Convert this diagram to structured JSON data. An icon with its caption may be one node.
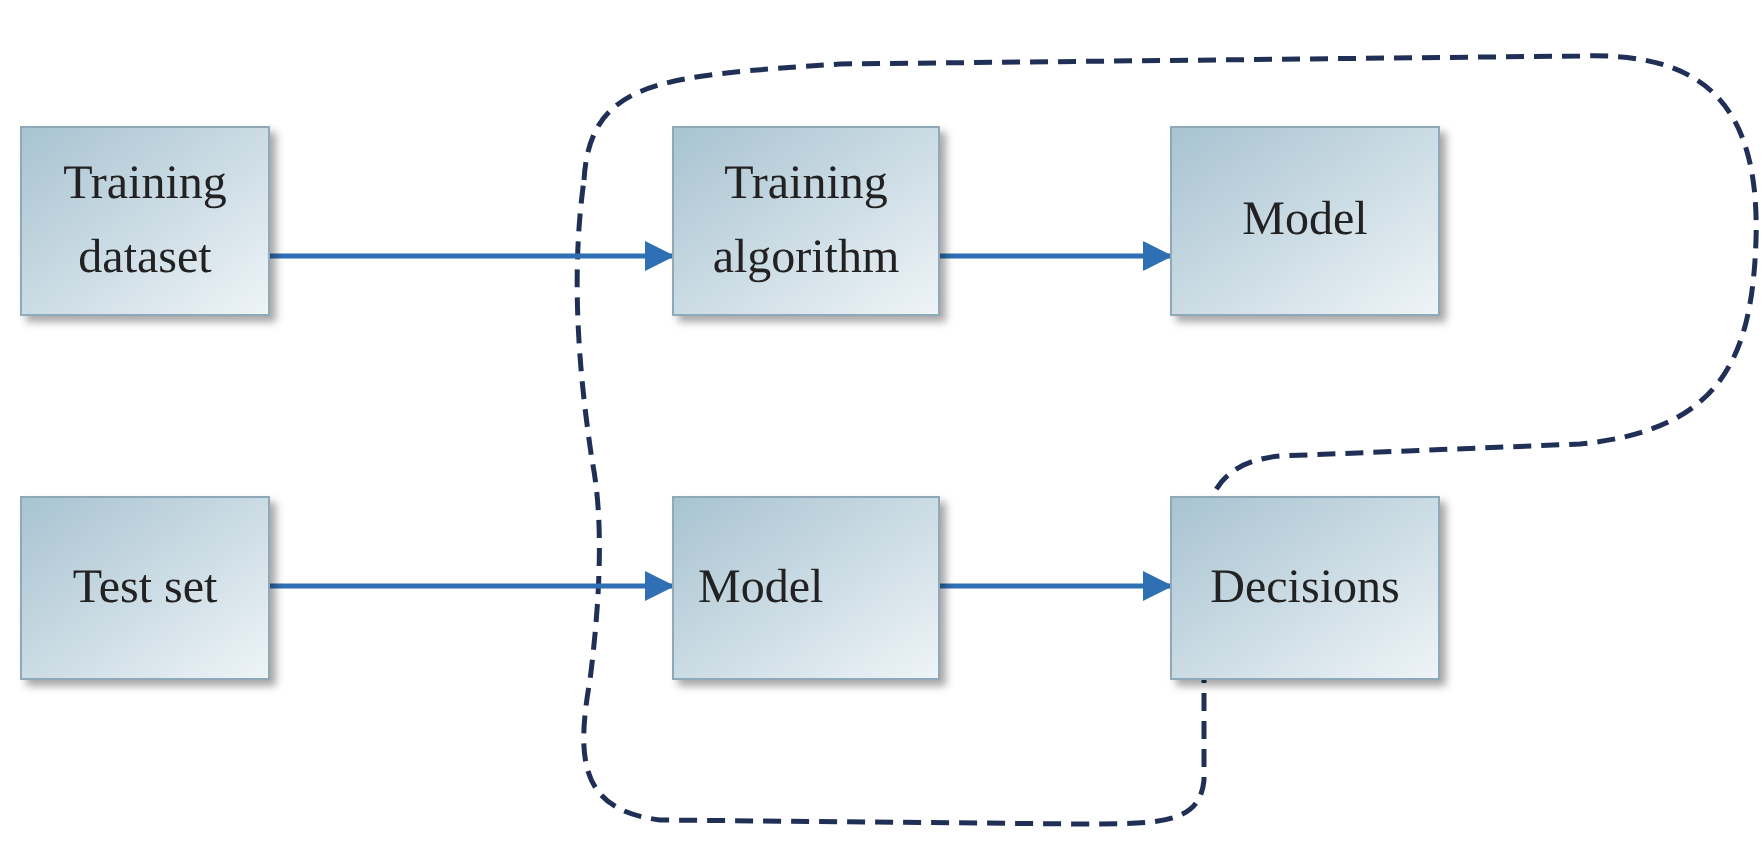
{
  "diagram": {
    "nodes": [
      {
        "text": [
          "Training dataset"
        ]
      },
      {
        "text": [
          "Training algorithm"
        ]
      },
      {
        "text": [
          "Model"
        ]
      },
      {
        "text": [
          "Test set"
        ]
      },
      {
        "text": [
          "Model"
        ]
      },
      {
        "text": [
          "Decisions"
        ]
      }
    ],
    "edges": [
      {
        "from": 0,
        "to": 1,
        "arrow": "to"
      },
      {
        "from": 1,
        "to": 2,
        "arrow": "to"
      },
      {
        "from": 3,
        "to": 4,
        "arrow": "to"
      },
      {
        "from": 4,
        "to": 5,
        "arrow": "to"
      }
    ]
  }
}
